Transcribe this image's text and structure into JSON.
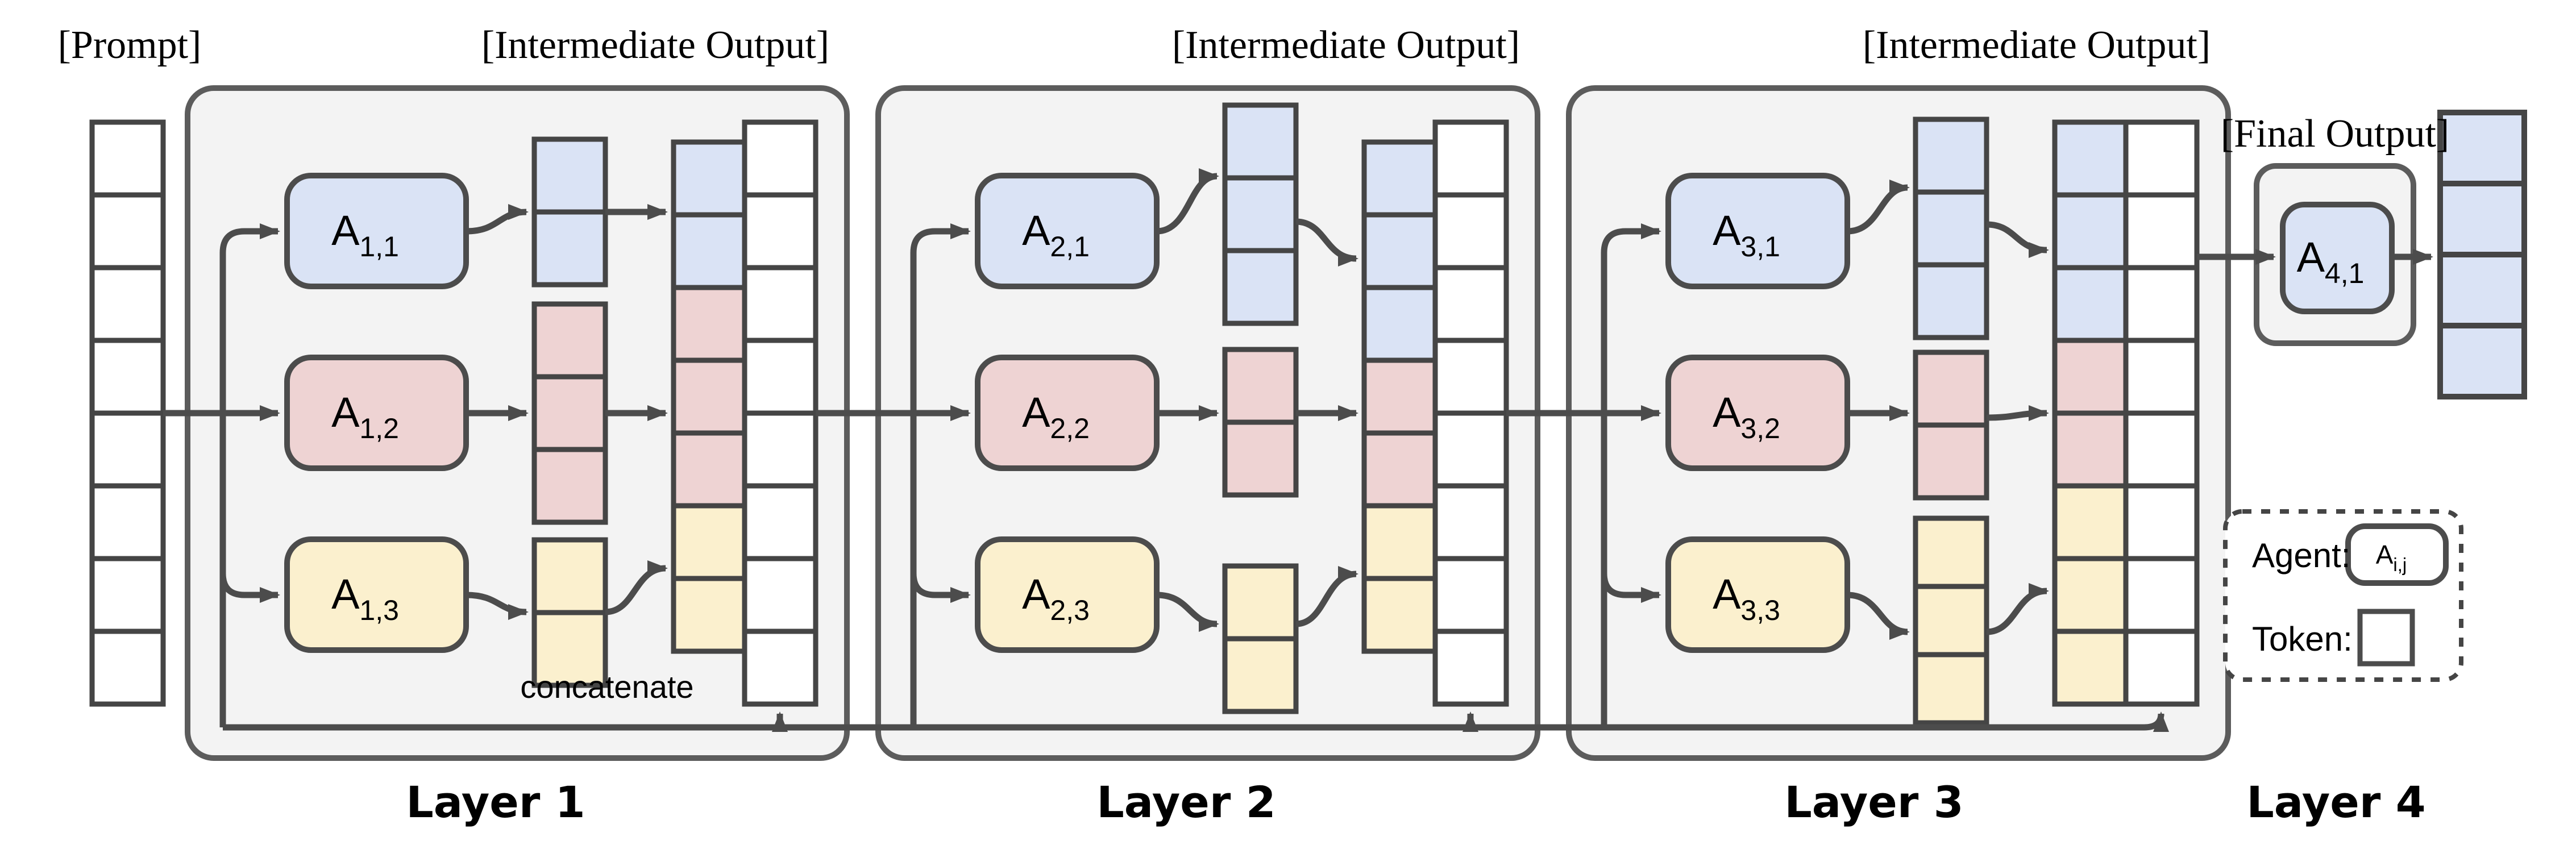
{
  "page": {
    "background": "#ffffff"
  },
  "colors": {
    "blue": "#dae3f5",
    "pink": "#eed3d3",
    "yellow": "#fbf0ce",
    "layer_box_fill": "#f3f3f3",
    "white": "#ffffff",
    "cell_stroke": "#454545",
    "box_stroke": "#5c5c5c",
    "arrow": "#4c4c4c",
    "text": "#000000"
  },
  "labels": {
    "prompt": "[Prompt]",
    "intermediate_output": "[Intermediate Output]",
    "final_output": "[Final Output]",
    "concatenate": "concatenate"
  },
  "prompt_column": {
    "cells": 8,
    "color": "white"
  },
  "layers": [
    {
      "name": "Layer 1",
      "agents": [
        {
          "sym": "A",
          "sub": "1,1",
          "color": "blue"
        },
        {
          "sym": "A",
          "sub": "1,2",
          "color": "pink"
        },
        {
          "sym": "A",
          "sub": "1,3",
          "color": "yellow"
        }
      ],
      "agent_tokens": [
        2,
        3,
        2
      ],
      "concat_tokens": [
        [
          "blue",
          2
        ],
        [
          "pink",
          3
        ],
        [
          "yellow",
          2
        ]
      ],
      "passthrough_tokens": 8,
      "has_concatenate_label": true
    },
    {
      "name": "Layer 2",
      "agents": [
        {
          "sym": "A",
          "sub": "2,1",
          "color": "blue"
        },
        {
          "sym": "A",
          "sub": "2,2",
          "color": "pink"
        },
        {
          "sym": "A",
          "sub": "2,3",
          "color": "yellow"
        }
      ],
      "agent_tokens": [
        3,
        2,
        2
      ],
      "concat_tokens": [
        [
          "blue",
          3
        ],
        [
          "pink",
          2
        ],
        [
          "yellow",
          2
        ]
      ],
      "passthrough_tokens": 8,
      "has_concatenate_label": false
    },
    {
      "name": "Layer 3",
      "agents": [
        {
          "sym": "A",
          "sub": "3,1",
          "color": "blue"
        },
        {
          "sym": "A",
          "sub": "3,2",
          "color": "pink"
        },
        {
          "sym": "A",
          "sub": "3,3",
          "color": "yellow"
        }
      ],
      "agent_tokens": [
        3,
        2,
        3
      ],
      "concat_tokens": [
        [
          "blue",
          3
        ],
        [
          "pink",
          2
        ],
        [
          "yellow",
          3
        ]
      ],
      "passthrough_tokens": 8,
      "has_concatenate_label": false
    }
  ],
  "final_layer": {
    "name": "Layer 4",
    "agent": {
      "sym": "A",
      "sub": "4,1",
      "color": "blue"
    },
    "output_tokens": 4,
    "output_color": "blue"
  },
  "legend": {
    "agent_label": "Agent:",
    "agent_symbol": {
      "sym": "A",
      "sub": "i,j"
    },
    "token_label": "Token:"
  }
}
